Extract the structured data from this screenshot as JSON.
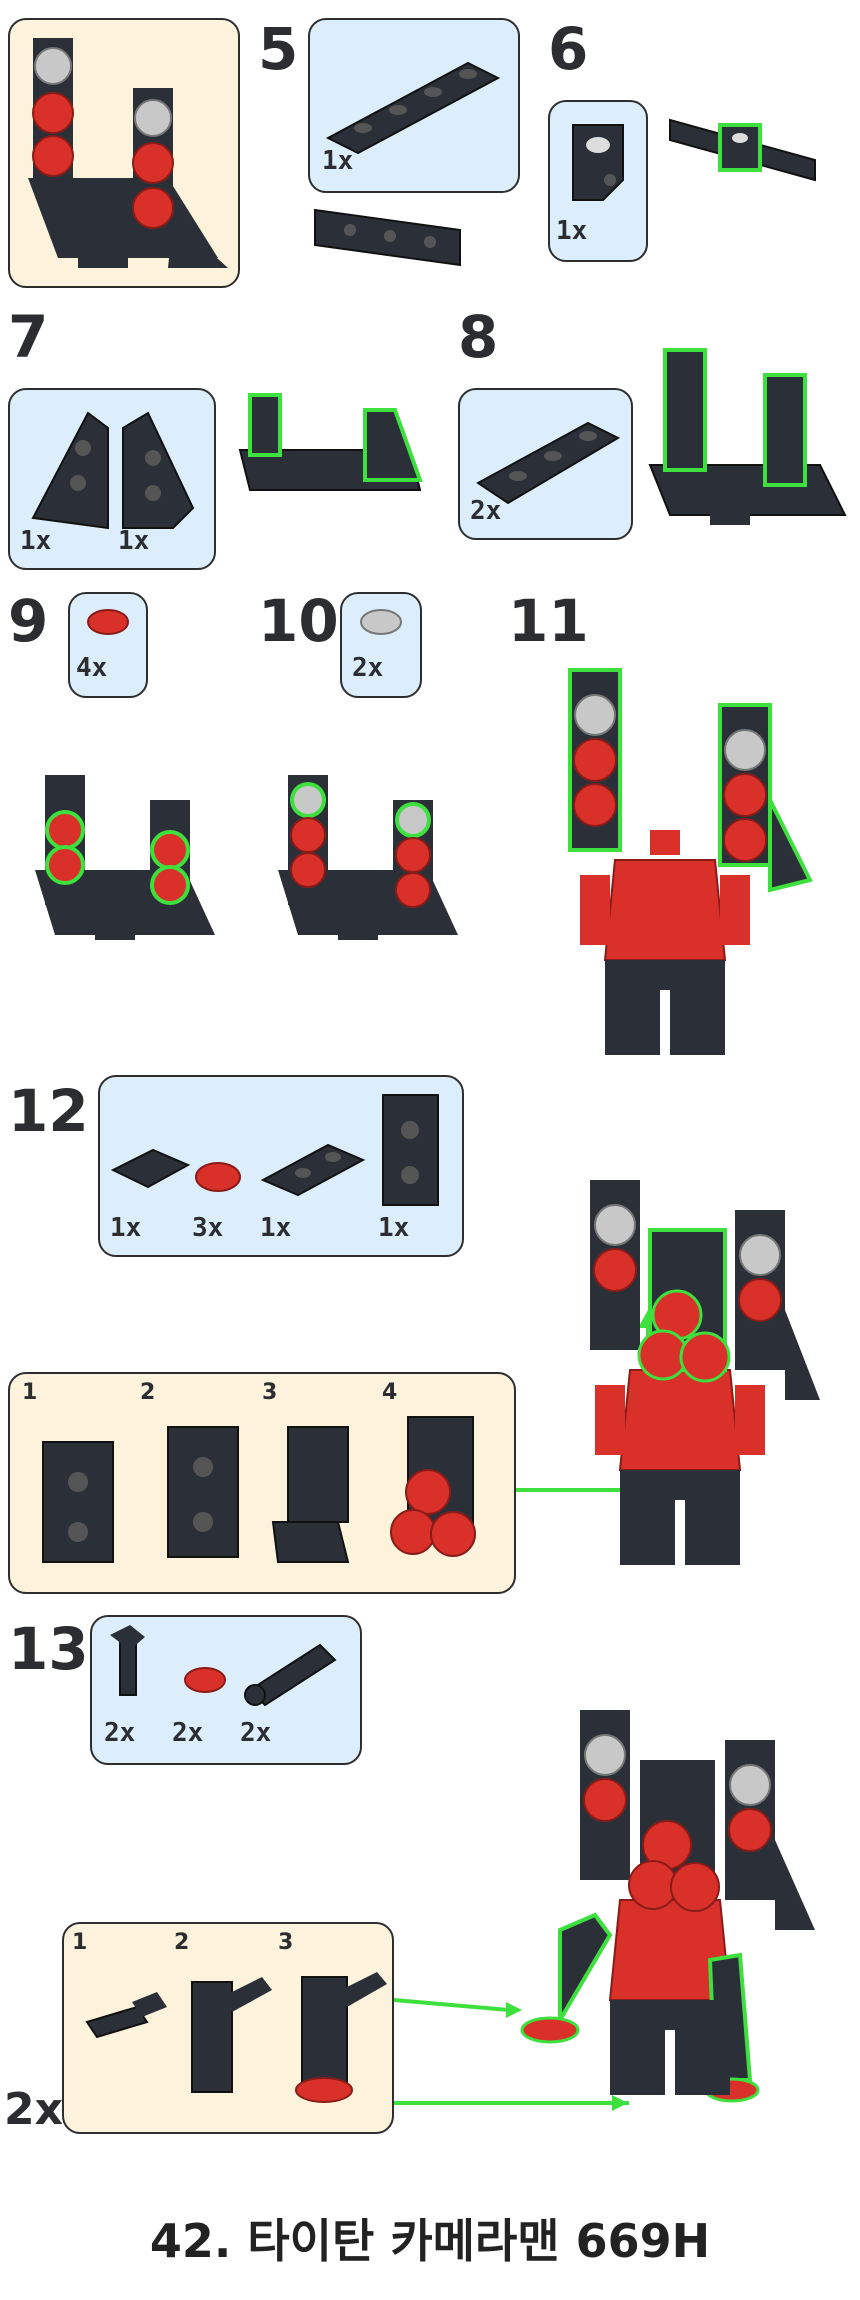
{
  "steps": {
    "s5": {
      "number": "5",
      "qty": "1x"
    },
    "s6": {
      "number": "6",
      "qty": "1x"
    },
    "s7": {
      "number": "7",
      "qty_a": "1x",
      "qty_b": "1x"
    },
    "s8": {
      "number": "8",
      "qty": "2x"
    },
    "s9": {
      "number": "9",
      "qty": "4x"
    },
    "s10": {
      "number": "10",
      "qty": "2x"
    },
    "s11": {
      "number": "11"
    },
    "s12": {
      "number": "12",
      "qty": [
        "1x",
        "3x",
        "1x",
        "1x"
      ],
      "substeps": [
        "1",
        "2",
        "3",
        "4"
      ]
    },
    "s13": {
      "number": "13",
      "qty": [
        "2x",
        "2x",
        "2x"
      ],
      "substeps": [
        "1",
        "2",
        "3"
      ],
      "multiplier": "2x"
    }
  },
  "caption": "42. 타이탄 카메라맨 669H",
  "colors": {
    "dark_brick": "#2b3038",
    "red_brick": "#d9302a",
    "light_gray": "#c8c8c8",
    "highlight": "#3de03d",
    "panel_blue": "#dceefb",
    "panel_cream": "#fdf2dc"
  }
}
